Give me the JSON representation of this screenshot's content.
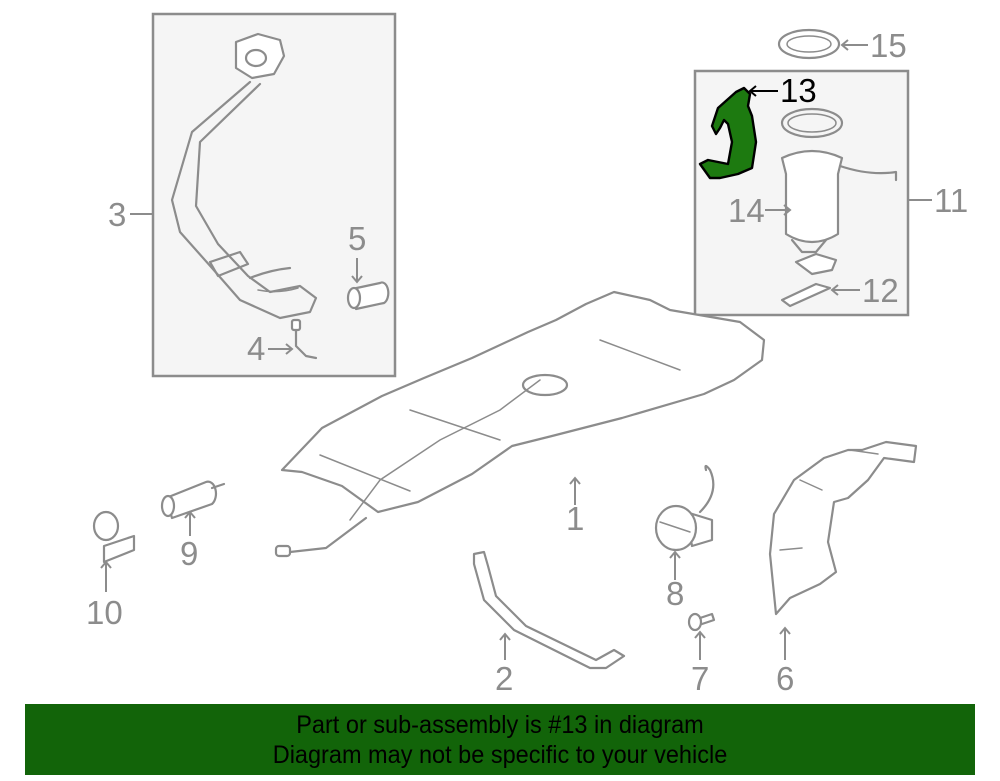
{
  "diagram": {
    "highlight_color": "#1d7a10",
    "line_color": "#8c8c8c",
    "highlighted_part": "13",
    "callouts": {
      "c1": "1",
      "c2": "2",
      "c3": "3",
      "c4": "4",
      "c5": "5",
      "c6": "6",
      "c7": "7",
      "c8": "8",
      "c9": "9",
      "c10": "10",
      "c11": "11",
      "c12": "12",
      "c13": "13",
      "c14": "14",
      "c15": "15"
    }
  },
  "banner": {
    "background": "#126409",
    "line1": "Part or sub-assembly is #13 in diagram",
    "line2": "Diagram may not be specific to your vehicle"
  }
}
